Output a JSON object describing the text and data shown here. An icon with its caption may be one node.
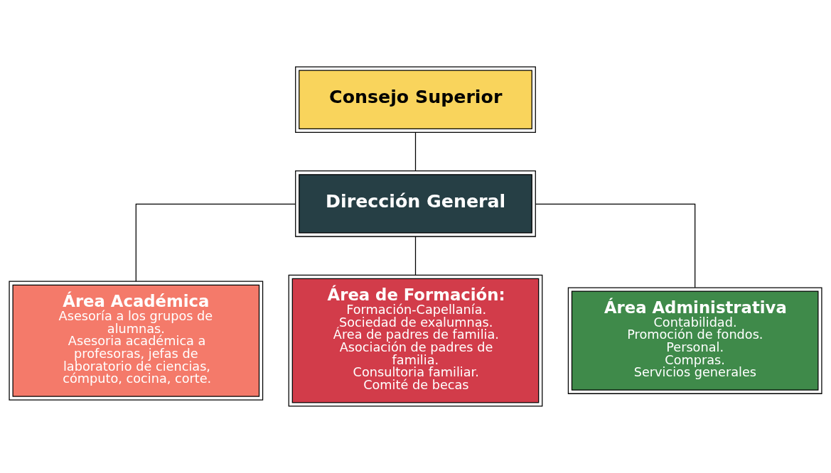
{
  "diagram": {
    "nodes": [
      {
        "text": [
          "Consejo Superior"
        ]
      },
      {
        "text": [
          "Dirección General"
        ]
      },
      {
        "text": [
          "Área Académica",
          "Asesoría a los grupos de alumnas.",
          "Asesoria académica a profesoras, jefas de laboratorio de ciencias, cómputo, cocina, corte."
        ]
      },
      {
        "text": [
          "Área de Formación:",
          "Formación-Capellanía.",
          "Sociedad de exalumnas.",
          "Área de padres de familia.",
          "Asociación de padres de familia.",
          "Consultoria familiar.",
          "Comité de becas"
        ]
      },
      {
        "text": [
          "Área Administrativa",
          "Contabilidad.",
          "Promoción de fondos.",
          "Personal.",
          "Compras.",
          "Servicios generales"
        ]
      }
    ],
    "edges": [
      {
        "from": 0,
        "to": 1,
        "arrow": "none"
      },
      {
        "from": 1,
        "to": 2,
        "arrow": "none"
      },
      {
        "from": 1,
        "to": 3,
        "arrow": "none"
      },
      {
        "from": 1,
        "to": 4,
        "arrow": "none"
      }
    ]
  }
}
